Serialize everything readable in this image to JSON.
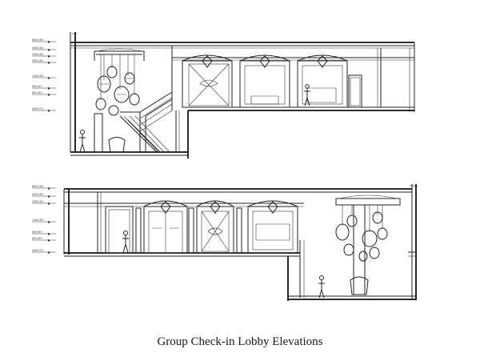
{
  "caption": "Group Check-in Lobby Elevations",
  "elevation_top": {
    "level_labels": [
      "6000 AFL",
      "4500 AFL",
      "3500 AFL",
      "3000 AFL",
      "1500 AFL",
      "900 AFL",
      "850 AFL",
      "0000 FFL"
    ]
  },
  "elevation_bottom": {
    "level_labels": [
      "6000 AFL",
      "4500 AFL",
      "3500 AFL",
      "1500 AFL",
      "900 AFL",
      "850 AFL",
      "0000 FFL"
    ]
  }
}
